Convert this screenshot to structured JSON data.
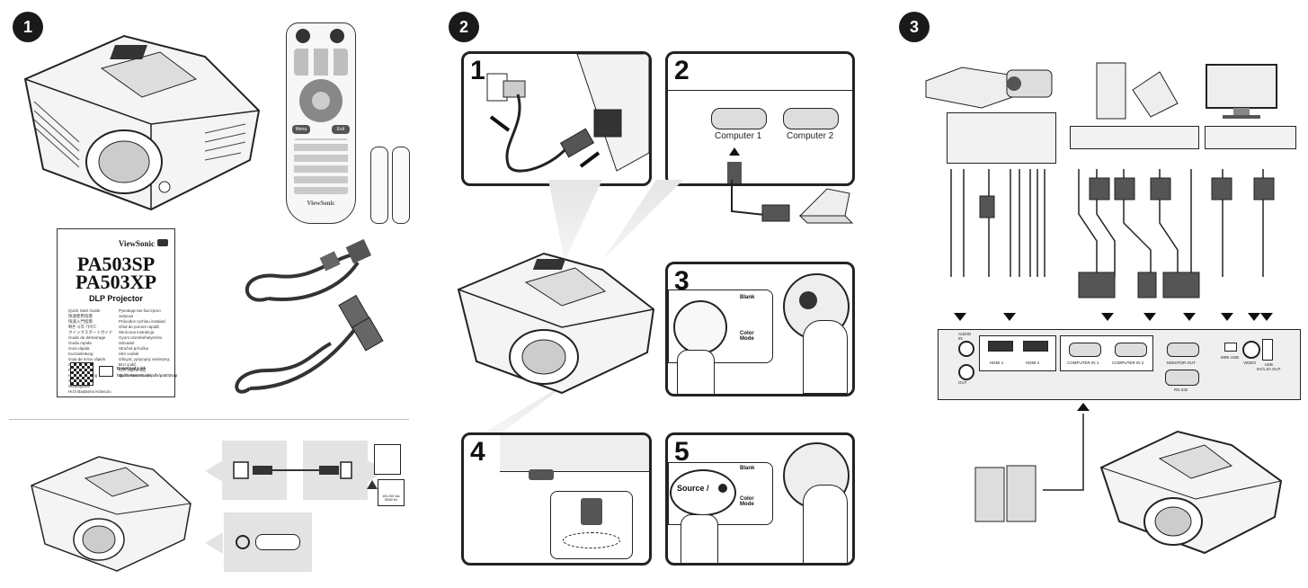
{
  "steps": {
    "s1": "1",
    "s2": "2",
    "s3": "3"
  },
  "box": {
    "brand": "ViewSonic",
    "model_1": "PA503SP",
    "model_2": "PA503XP",
    "subtitle": "DLP Projector",
    "guide_left": [
      "Quick Start Guide",
      "快速使用指南",
      "快速入門指南",
      "빠른 시작 가이드",
      "クイックスタートガイド",
      "Guide de démarrage",
      "Guida rapida",
      "Guía rápida",
      "Kurzanleitung",
      "Guia de início rápido",
      "Snelstartgids",
      "Pikaopas",
      "Hurtigveiledning",
      "Szybki start",
      "Snabbguide",
      "Hızlı Başlatma Kılavuzu"
    ],
    "guide_right": [
      "Руководство быстрого запуска",
      "Průvodce rychlou instalací",
      "Ghid de pornire rapidă",
      "Skrócona instrukcja",
      "Gyors üzembehelyezési útmutató",
      "Stručná príručka",
      "Hitri vodnik",
      "Οδηγός γρήγορης εκκίνησης",
      "Brzi vodič",
      "Kort vejledning",
      "Quick Start Guide"
    ],
    "download_label": "Download Link",
    "download_url": "http://viewsonic.us/pdfs/pa503sxp",
    "remote_brand": "ViewSonic"
  },
  "remote": {
    "menu": "Menu",
    "exit": "Exit"
  },
  "panels": {
    "p1": "1",
    "p2": "2",
    "p3": "3",
    "p4": "4",
    "p5": "5",
    "computer_1": "Computer 1",
    "computer_2": "Computer 2",
    "blank": "Blank",
    "color_mode": "Color\nMode",
    "source": "Source / "
  },
  "power_label": "100-240 Vac 50/60 Hz",
  "rear_ports": {
    "audio_in": "AUDIO\nIN",
    "audio_out": "OUT",
    "hdmi_1": "HDMI 1",
    "hdmi_2": "HDMI 2",
    "computer_in_1": "COMPUTER IN 1",
    "computer_in_2": "COMPUTER IN 2",
    "monitor_out": "MONITOR OUT",
    "rs232": "RS-232",
    "mini_usb": "MINI USB",
    "video": "VIDEO",
    "usb": "USB\n5V/1.5A OUT"
  }
}
